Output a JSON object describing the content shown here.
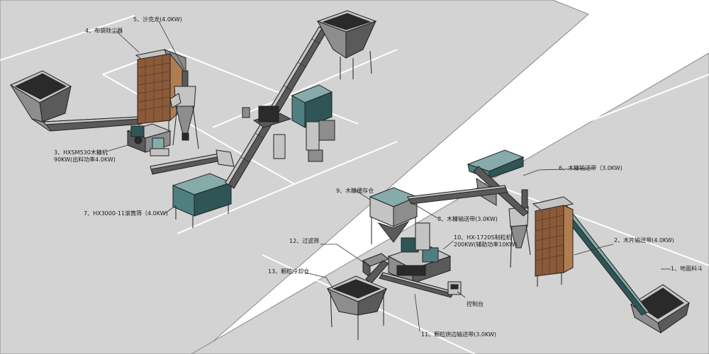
{
  "labels": {
    "l1": "1、地面料斗",
    "l2": "2、木片输送带(4.0KW)",
    "l3a": "3、HXSM530木糠机",
    "l3b": "90KW(出料功率4.0KW)",
    "l4": "4、布袋除尘器",
    "l5": "5、沙克龙(4.0KW)",
    "l6": "6、木糠输送带（3.0KW)",
    "l7": "7、HX3000-11滚筒筛（4.0KW)",
    "l8": "8、木糠输送带(3.0KW)",
    "l9": "9、木糠缓存仓",
    "l10a": "10、HX-1720S制粒机",
    "l10b": "200KW(辅助功率10KW)",
    "l11": "11、颗粒烘边输送带(3.0KW)",
    "l12": "12、过滤筛",
    "l13": "13、颗粒冷却仓",
    "control": "控制台"
  }
}
